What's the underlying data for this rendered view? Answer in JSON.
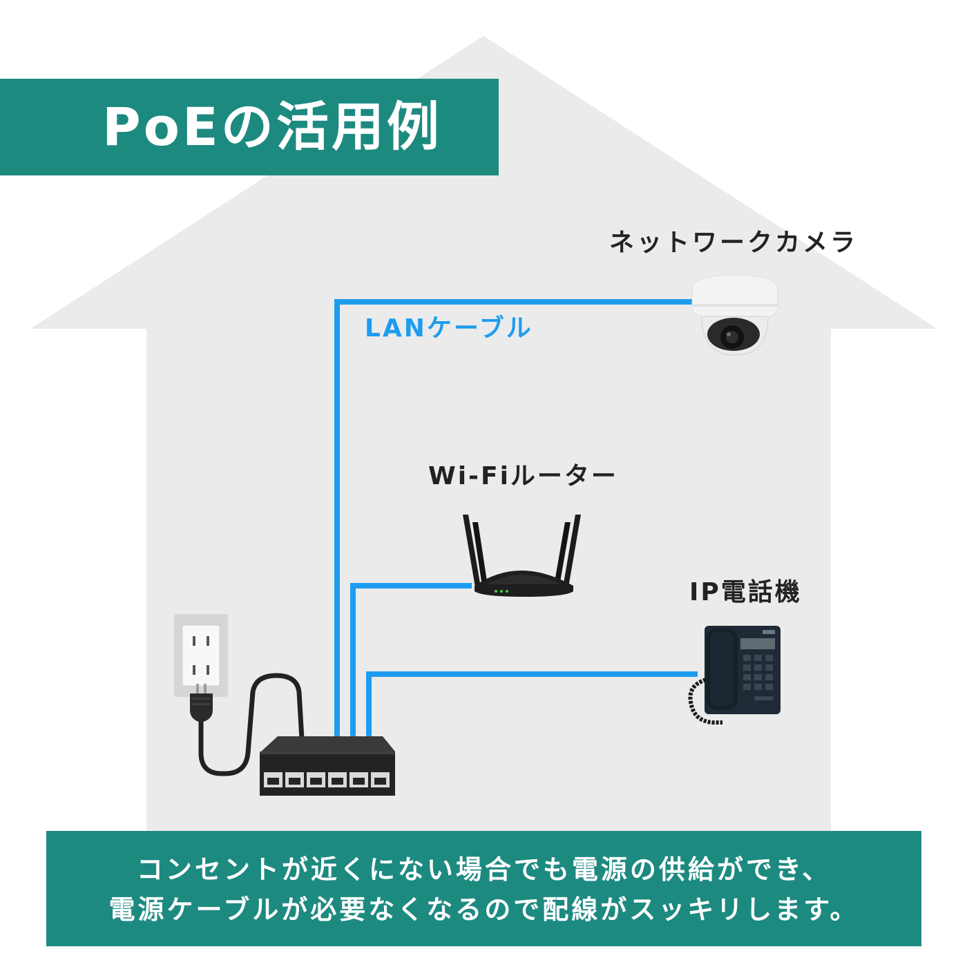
{
  "title": "PoEの活用例",
  "labels": {
    "network_camera": "ネットワークカメラ",
    "lan_cable": "LANケーブル",
    "wifi_router": "Wi-Fiルーター",
    "ip_phone": "IP電話機"
  },
  "footer": {
    "line1": "コンセントが近くにない場合でも電源の供給ができ、",
    "line2": "電源ケーブルが必要なくなるので配線がスッキリします。"
  },
  "colors": {
    "accent": "#1d8a80",
    "lan_cable": "#1e9cf0",
    "house": "#ebebeb",
    "text": "#222222"
  }
}
